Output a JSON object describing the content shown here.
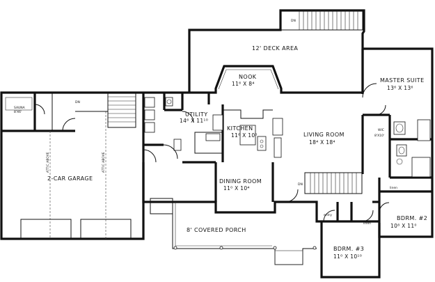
{
  "rooms": {
    "deck": "12' DECK AREA",
    "nook": "NOOK",
    "nook_dim": "11⁶ X 8⁴",
    "master": "MASTER SUITE",
    "master_dim": "13⁶ X 13⁶",
    "utility": "UTILITY",
    "utility_dim": "14⁶ X 11¹⁰",
    "kitchen": "KITCHEN",
    "kitchen_dim": "11⁶ X 10⁰",
    "living": "LIVING ROOM",
    "living_dim": "18⁴ X 18⁴",
    "garage": "2-CAR GARAGE",
    "dining": "DINING ROOM",
    "dining_dim": "11⁰ X 10⁴",
    "bdrm2": "BDRM. #2",
    "bdrm2_dim": "10⁸ X 11⁰",
    "porch": "8' COVERED PORCH",
    "bdrm3": "BDRM. #3",
    "bdrm3_dim": "11⁰ X 10¹⁰"
  },
  "small_labels": {
    "sauna": "SAUNA",
    "sauna_dim": "8'X6'",
    "attic_left": "ATTIC ABOVE",
    "attic_right": "ATTIC ABOVE",
    "dn_deck": "DN",
    "dn_garage": "DN",
    "dn_living": "DN",
    "wic": "WIC",
    "wic_dim": "8'X10'",
    "linen": "linen",
    "entry": "entry",
    "linen2": "linen"
  }
}
